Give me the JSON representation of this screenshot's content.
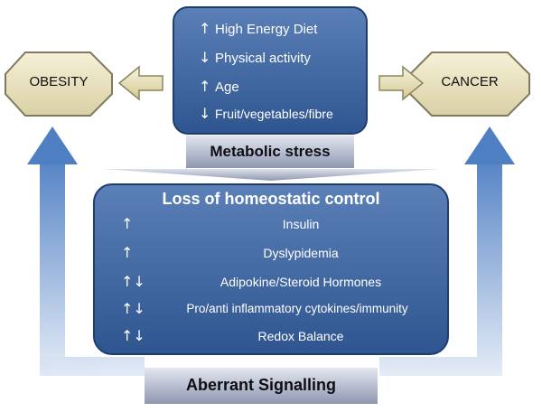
{
  "diagram": {
    "nodes": {
      "obesity": "OBESITY",
      "cancer": "CANCER",
      "metabolic_stress": "Metabolic stress",
      "aberrant_signalling": "Aberrant Signalling"
    },
    "top_box": {
      "factors": [
        {
          "label": "High Energy Diet",
          "arrows": "↑"
        },
        {
          "label": "Physical activity",
          "arrows": "↓"
        },
        {
          "label": "Age",
          "arrows": "↑"
        },
        {
          "label": "Fruit/vegetables/fibre",
          "arrows": "↓"
        }
      ]
    },
    "homeostasis_box": {
      "title": "Loss of homeostatic control",
      "factors": [
        {
          "label": "Insulin",
          "arrows": "↑"
        },
        {
          "label": "Dyslypidemia",
          "arrows": "↑"
        },
        {
          "label": "Adipokine/Steroid Hormones",
          "arrows": "↑↓"
        },
        {
          "label": "Pro/anti inflammatory cytokines/immunity",
          "arrows": "↑↓"
        },
        {
          "label": "Redox Balance",
          "arrows": "↑↓"
        }
      ]
    },
    "colors": {
      "box_fill": "#3f67a4",
      "box_border": "#1f3d6e",
      "octagon_fill": "#ede6c4",
      "octagon_border": "#7d7a5e",
      "arrow_light": "#cfdcee",
      "arrow_dark": "#4e7cc0",
      "band_fill": "#c4c9d9"
    }
  }
}
